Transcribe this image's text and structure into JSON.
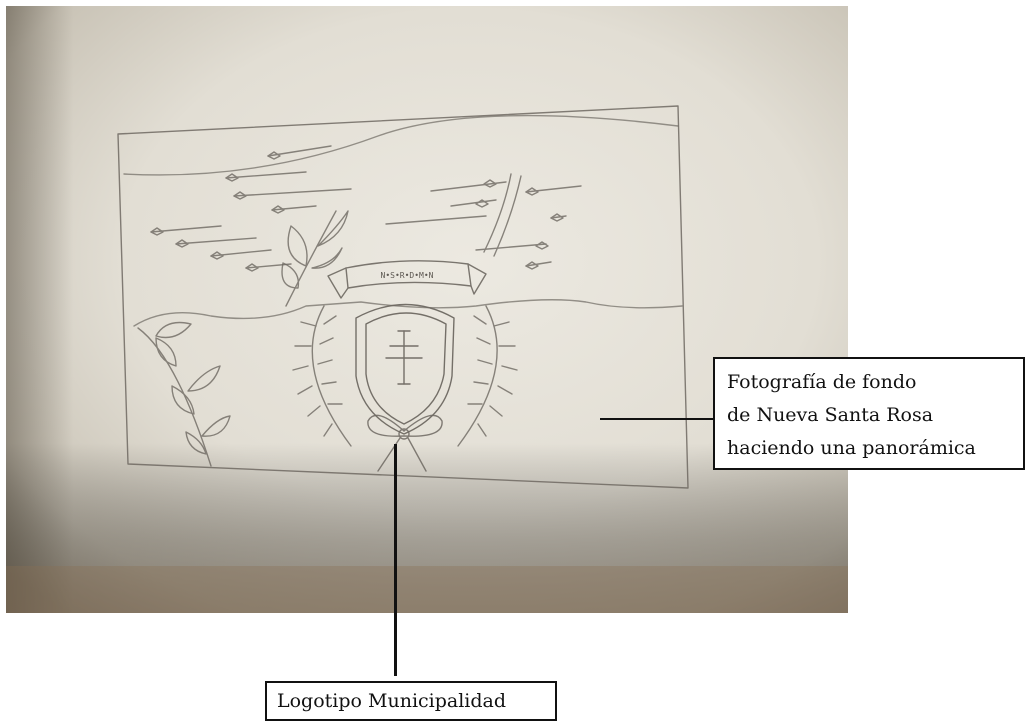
{
  "callouts": {
    "background_photo": {
      "lines": [
        "Fotografía de fondo",
        "de Nueva Santa Rosa",
        "haciendo una panorámica"
      ]
    },
    "logo": {
      "label": "Logotipo Municipalidad"
    }
  },
  "sketch": {
    "banner_text": "N•S•R•D•M•N"
  },
  "colors": {
    "paper": "#e8e4da",
    "paper_shadow": "#b9b3a6",
    "pencil": "#6b6660",
    "ink": "#111111"
  }
}
